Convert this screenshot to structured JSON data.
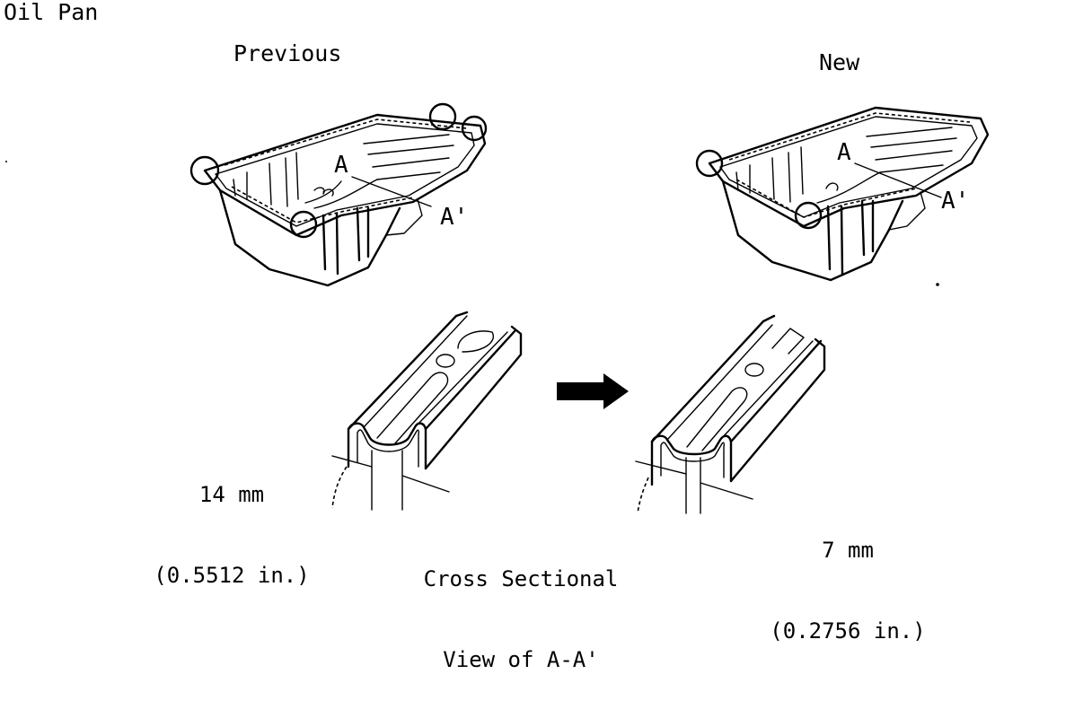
{
  "title": "Oil Pan",
  "previous": {
    "heading": "Previous",
    "section_start": "A",
    "section_end": "A'",
    "dimension_mm": "14 mm",
    "dimension_in": "(0.5512 in.)"
  },
  "new": {
    "heading": "New",
    "section_start": "A",
    "section_end": "A'",
    "dimension_mm": "7 mm",
    "dimension_in": "(0.2756 in.)"
  },
  "caption": {
    "line1": "Cross Sectional",
    "line2": "View of A-A'"
  },
  "icons": {
    "change_arrow": "right-arrow-icon"
  }
}
